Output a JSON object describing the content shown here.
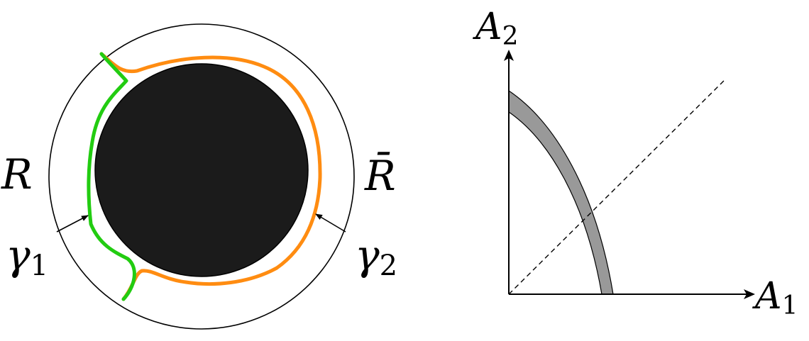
{
  "left_panel": {
    "region_left_label": "R",
    "region_right_label": "R̄",
    "curve1": {
      "symbol": "γ",
      "subscript": "1",
      "color": "#22cc11"
    },
    "curve2": {
      "symbol": "γ",
      "subscript": "2",
      "color": "#ff8c11"
    },
    "black_hole_color": "#1b1b1b",
    "outer_circle_color": "#000000"
  },
  "right_panel": {
    "x_axis": {
      "symbol": "A",
      "subscript": "1"
    },
    "y_axis": {
      "symbol": "A",
      "subscript": "2"
    },
    "band_color": "#999999",
    "diagonal_style": "dashed"
  }
}
